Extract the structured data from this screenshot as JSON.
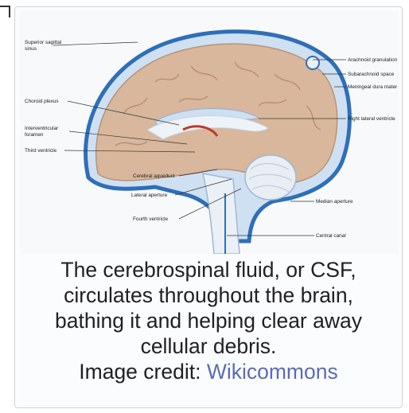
{
  "figure": {
    "labels": {
      "superior_sagittal_sinus_1": "Superior sagittal",
      "superior_sagittal_sinus_2": "sinus",
      "choroid_plexus": "Choroid plexus",
      "interventricular_foramen_1": "Interventricular",
      "interventricular_foramen_2": "foramen",
      "third_ventricle": "Third ventricle",
      "cerebral_aqueduct": "Cerebral aqueduct",
      "lateral_aperture": "Lateral aperture",
      "fourth_ventricle": "Fourth ventricle",
      "arachnoid_granulation": "Arachnoid granulation",
      "subarachnoid_space": "Subarachnoid space",
      "meningeal_dura_mater": "Meningeal dura mater",
      "right_lateral_ventricle": "Right lateral ventricle",
      "median_aperture": "Median aperture",
      "central_canal": "Central canal"
    },
    "caption": {
      "line1": "The cerebrospinal fluid, or CSF,",
      "line2": "circulates throughout the brain,",
      "line3": "bathing it and helping clear away",
      "line4": "cellular debris.",
      "credit_prefix": "Image credit: ",
      "credit_link": "Wikicommons"
    }
  },
  "colors": {
    "csf_blue": "#2f6fb8",
    "brain_tan": "#d8b79c",
    "link": "#5b6bb7"
  }
}
